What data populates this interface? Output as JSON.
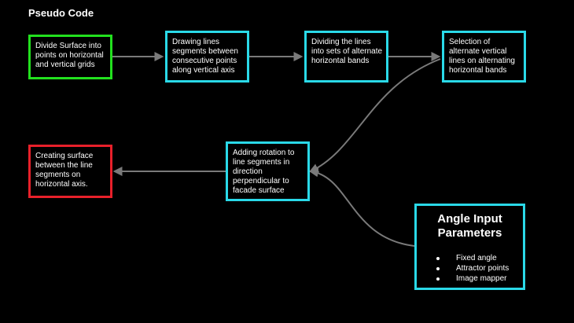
{
  "title": "Pseudo Code",
  "nodes": {
    "divide_surface": "Divide Surface into points on horizontal and vertical grids",
    "drawing_lines": "Drawing  lines segments between consecutive  points along vertical axis",
    "dividing_lines": "Dividing the lines into sets of alternate horizontal bands",
    "selection": "Selection of alternate vertical lines on alternating horizontal bands",
    "adding_rotation": "Adding rotation to line segments in direction perpendicular to facade surface",
    "creating_surface": "Creating surface between  the line segments on horizontal axis."
  },
  "angle_input": {
    "title_line1": "Angle Input",
    "title_line2": "Parameters",
    "items": [
      "Fixed angle",
      "Attractor points",
      "Image mapper"
    ]
  },
  "colors": {
    "background": "#000000",
    "box_default": "#2ad9e8",
    "box_start": "#22e01e",
    "box_end": "#e8202a",
    "connector": "#7a7a7a"
  }
}
